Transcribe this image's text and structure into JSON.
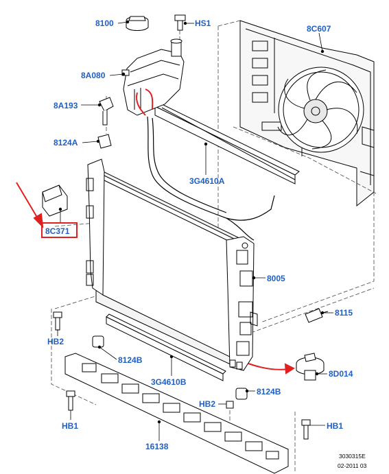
{
  "colors": {
    "callout": "#1f5fc4",
    "highlight": "#e02020",
    "line": "#000000",
    "dash": "#444444"
  },
  "parts": [
    {
      "id": "8100",
      "label": "8100"
    },
    {
      "id": "HS1",
      "label": "HS1"
    },
    {
      "id": "8C607",
      "label": "8C607"
    },
    {
      "id": "8A080",
      "label": "8A080"
    },
    {
      "id": "8A193",
      "label": "8A193"
    },
    {
      "id": "8124A",
      "label": "8124A"
    },
    {
      "id": "3G4610A",
      "label": "3G4610A"
    },
    {
      "id": "8C371",
      "label": "8C371"
    },
    {
      "id": "8005",
      "label": "8005"
    },
    {
      "id": "8115",
      "label": "8115"
    },
    {
      "id": "HB2_left",
      "label": "HB2"
    },
    {
      "id": "8124B_left",
      "label": "8124B"
    },
    {
      "id": "3G4610B",
      "label": "3G4610B"
    },
    {
      "id": "8D014",
      "label": "8D014"
    },
    {
      "id": "HB2_right",
      "label": "HB2"
    },
    {
      "id": "8124B_right",
      "label": "8124B"
    },
    {
      "id": "HB1_left",
      "label": "HB1"
    },
    {
      "id": "HB1_right",
      "label": "HB1"
    },
    {
      "id": "16138",
      "label": "16138"
    }
  ],
  "footer": {
    "line1": "3030315E",
    "line2": "02-2011 03"
  }
}
